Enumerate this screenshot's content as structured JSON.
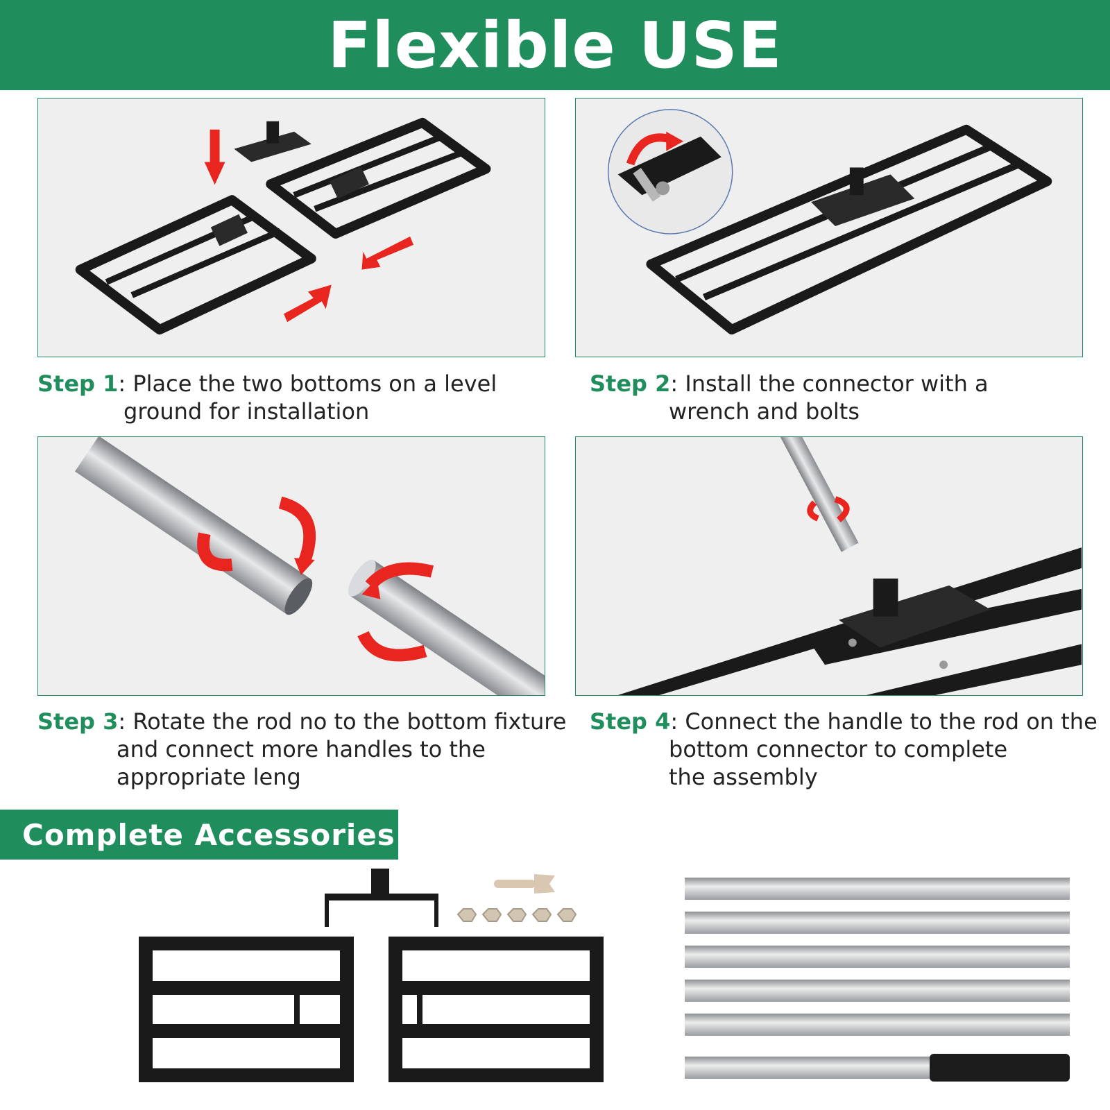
{
  "header": {
    "title": "Flexible USE"
  },
  "steps": [
    {
      "label": "Step 1",
      "sep": ":",
      "line1": " Place the two bottoms on a level",
      "line2": "ground  for installation",
      "line3": ""
    },
    {
      "label": "Step 2",
      "sep": ":",
      "line1": " Install the connector with a",
      "line2": "wrench and bolts",
      "line3": ""
    },
    {
      "label": "Step 3",
      "sep": ":",
      "line1": " Rotate the rod no to the bottom fixture",
      "line2": "and connect more handles to the",
      "line3": "appropriate leng"
    },
    {
      "label": "Step 4",
      "sep": ":",
      "line1": " Connect the handle to the rod on the",
      "line2": "bottom connector to complete",
      "line3": "the assembly"
    }
  ],
  "accessories": {
    "title": "Complete Accessories"
  },
  "colors": {
    "brand_green": "#1f8d5c",
    "arrow_red": "#e8251f",
    "frame_black": "#1a1a1a",
    "rod_silver": "#c8cbcf"
  }
}
